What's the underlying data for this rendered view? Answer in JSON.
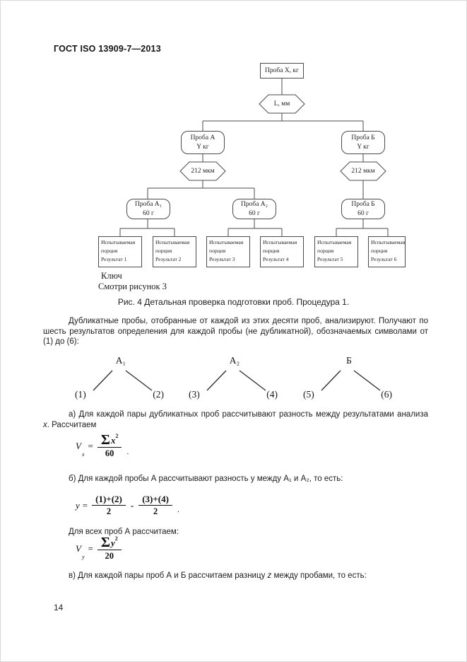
{
  "page": {
    "header": "ГОСТ ISO 13909-7—2013",
    "page_number": "14"
  },
  "flowchart": {
    "top_box": "Проба X, кг",
    "hex_top": "L, мм",
    "node_a": {
      "line1": "Проба А",
      "line2": "Y кг"
    },
    "node_b": {
      "line1": "Проба Б",
      "line2": "Y кг"
    },
    "hex_a": "212 мкм",
    "hex_b": "212 мкм",
    "node_a1": {
      "line1": "Проба А₁",
      "line2": "60 г"
    },
    "node_a2": {
      "line1": "Проба А₂",
      "line2": "60 г"
    },
    "node_b2": {
      "line1": "Проба Б",
      "line2": "60 г"
    },
    "test_boxes": [
      {
        "line1": "Испытываемая",
        "line2": "порция",
        "line3": "Результат 1"
      },
      {
        "line1": "Испытываемая",
        "line2": "порция",
        "line3": "Результат 2"
      },
      {
        "line1": "Испытываемая",
        "line2": "порция",
        "line3": "Результат 3"
      },
      {
        "line1": "Испытываемая",
        "line2": "порция",
        "line3": "Результат 4"
      },
      {
        "line1": "Испытываемая",
        "line2": "порция",
        "line3": "Результат 5"
      },
      {
        "line1": "Испытываемая",
        "line2": "порция",
        "line3": "Результат 6"
      }
    ],
    "key_label": "Ключ",
    "key_note": "Смотри рисунок 3",
    "caption": "Рис. 4 Детальная проверка подготовки проб. Процедура 1."
  },
  "body": {
    "para1": "Дубликатные пробы, отобранные от каждой из этих десяти проб, анализируют. Получают по шесть результатов определения для каждой пробы (не дубликатной), обозначаемых символами от (1) до (6):",
    "trees": [
      {
        "root": "А₁",
        "left": "(1)",
        "right": "(2)"
      },
      {
        "root": "А₂",
        "left": "(3)",
        "right": "(4)"
      },
      {
        "root": "Б",
        "left": "(5)",
        "right": "(6)"
      }
    ],
    "para_a_1": "а) Для каждой пары дубликатных проб рассчитывают  разность между результатами анализа ",
    "para_a_var": "x",
    "para_a_2": ". Рассчитаем",
    "formula_vx": {
      "lhs": "V",
      "lhs_sub": "x",
      "eq": "=",
      "sigma": "Σ",
      "var": "x",
      "sup": "2",
      "den": "60",
      "tail": "."
    },
    "para_b": "б) Для каждой пробы А  рассчитывают разность y между А₁ и А₂, то есть:",
    "formula_y": {
      "lhs": "y",
      "eq": "=",
      "num1": "(1)+(2)",
      "den1": "2",
      "minus": "-",
      "num2": "(3)+(4)",
      "den2": "2",
      "tail": "."
    },
    "para_all_a": "Для всех проб А рассчитаем:",
    "formula_vy": {
      "lhs": "V",
      "lhs_sub": "y",
      "eq": "=",
      "sigma": "Σ",
      "var": "y",
      "sup": "2",
      "den": "20"
    },
    "para_v_1": "в) Для каждой пары проб А и Б рассчитаем разницу ",
    "para_v_var": "z",
    "para_v_2": " между пробами, то есть:"
  }
}
